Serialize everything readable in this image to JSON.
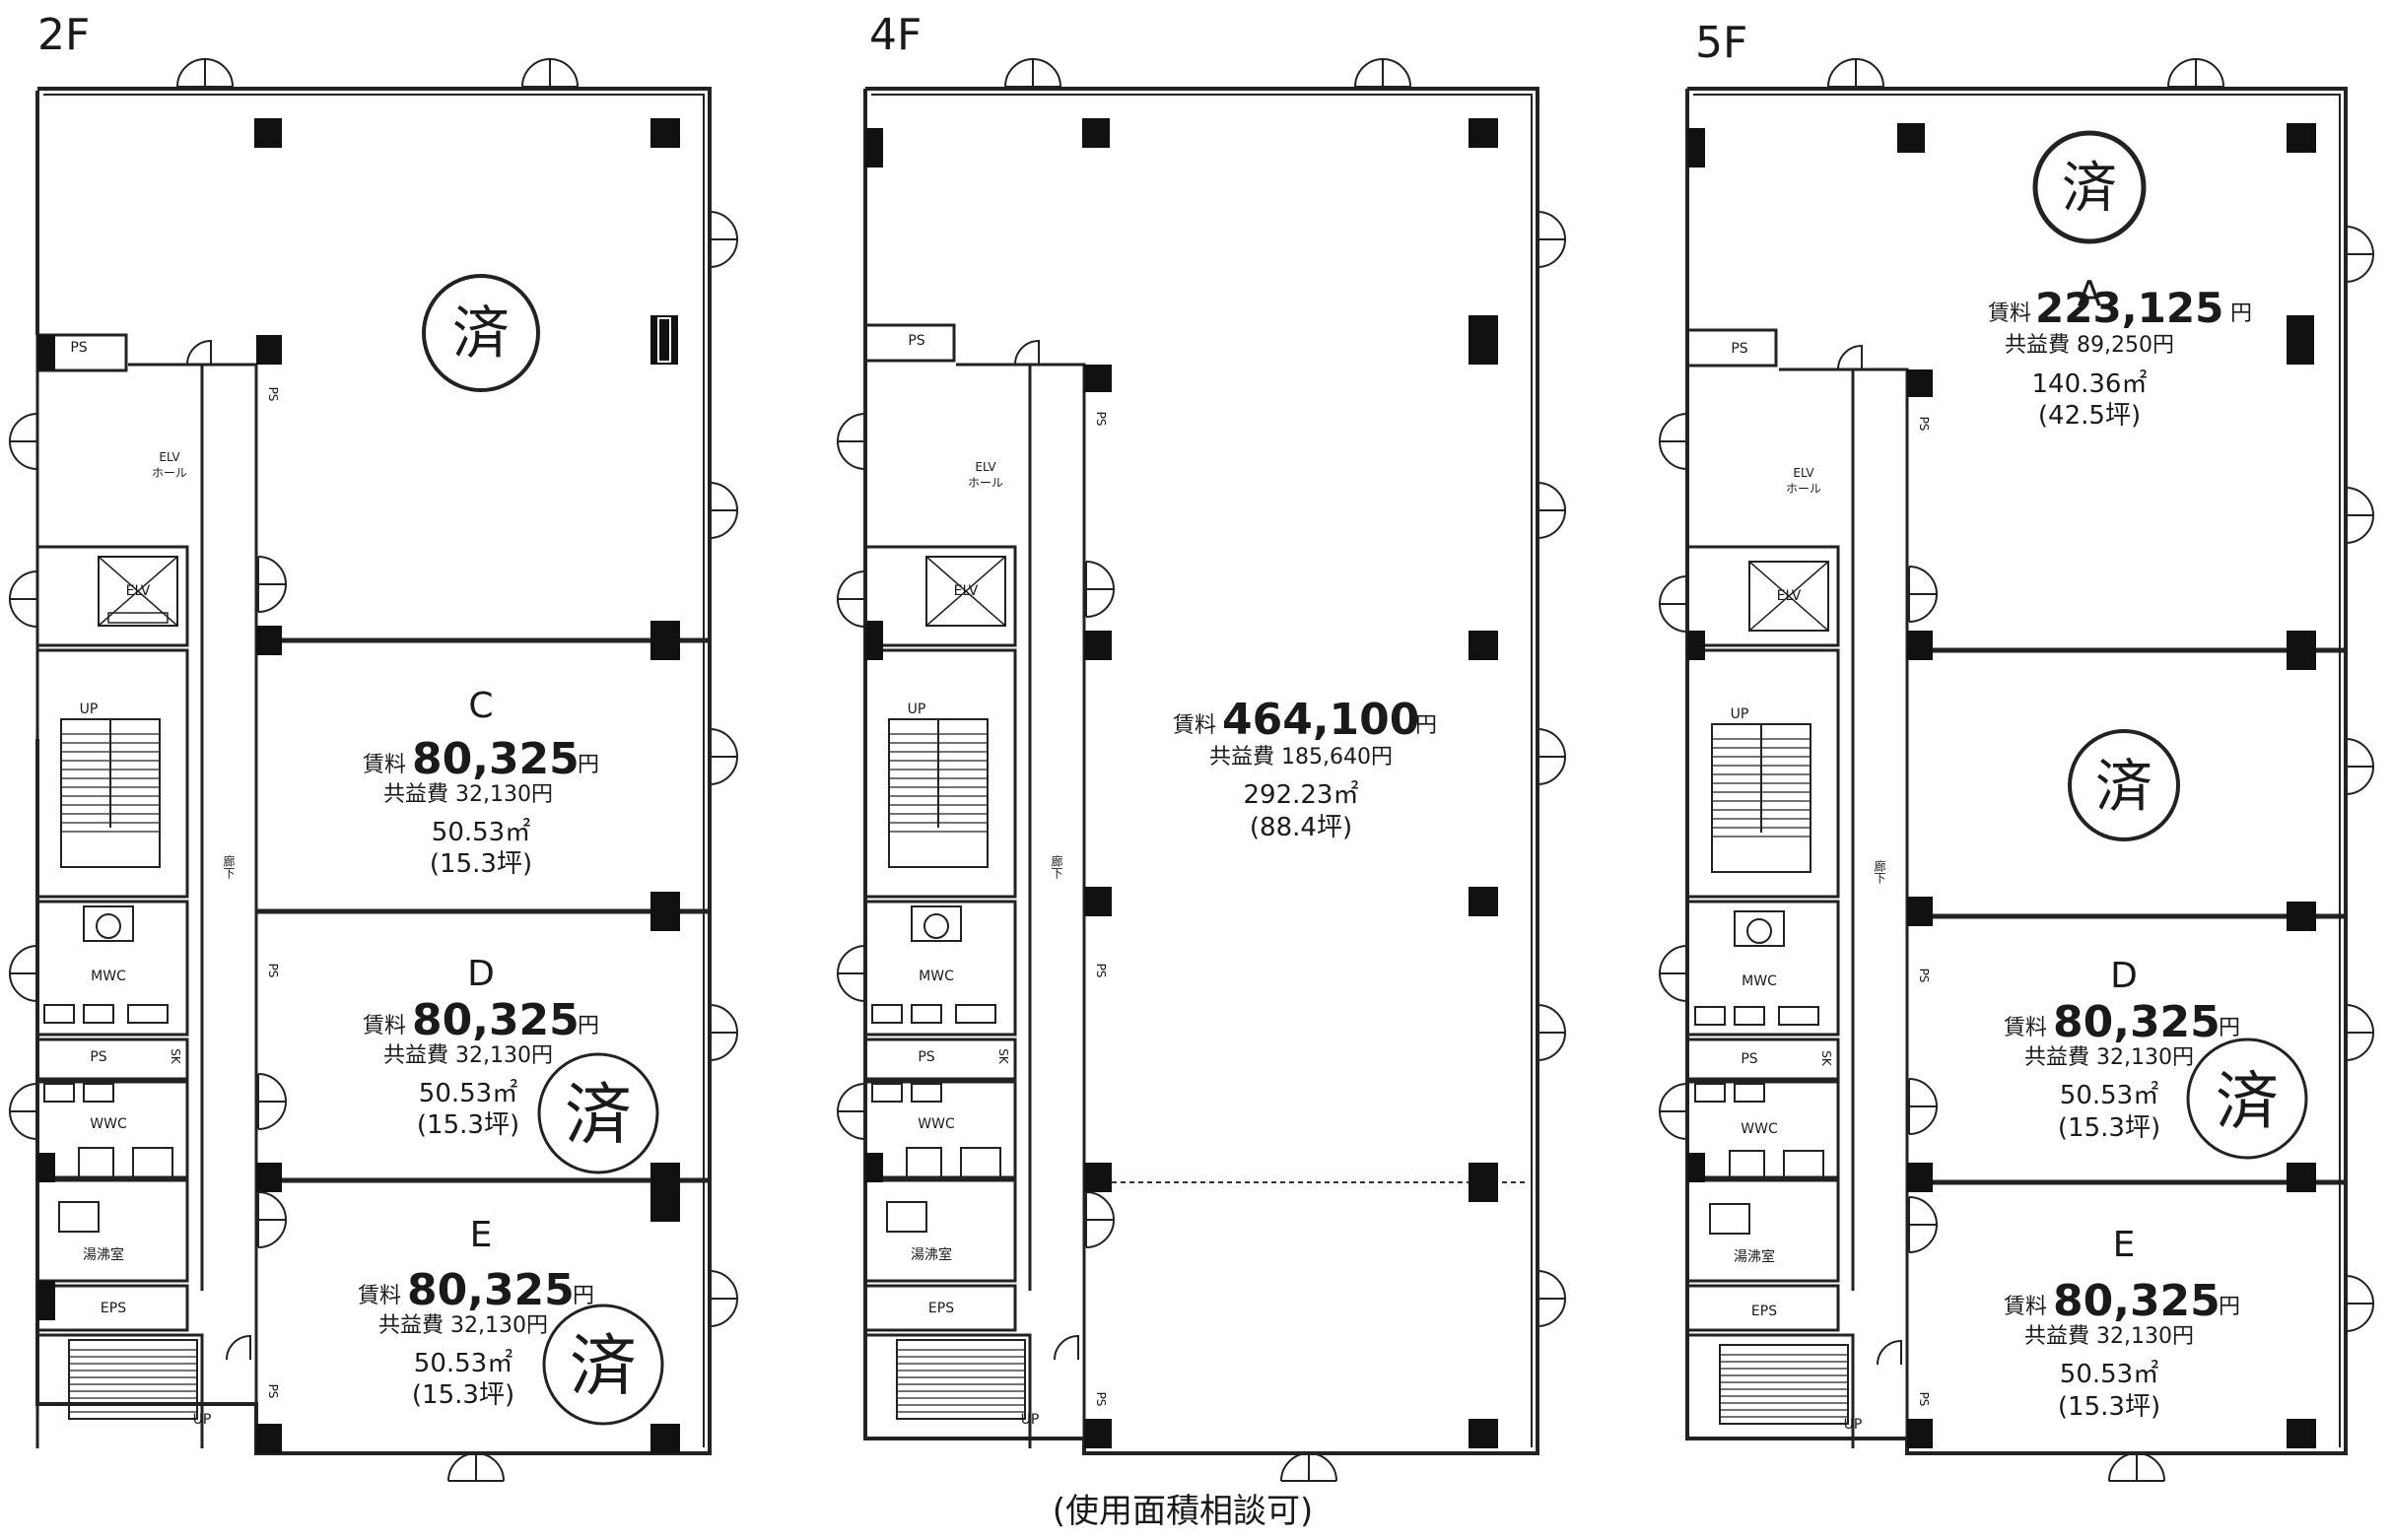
{
  "floors": [
    {
      "label": "2F",
      "common": {
        "ps_top": "PS",
        "elv_hall_1": "ELV",
        "elv_hall_2": "ホール",
        "elv": "ELV",
        "up_stair": "UP",
        "corridor": "廊下",
        "mwc": "MWC",
        "ps_mid": "PS",
        "sk": "SK",
        "wwc": "WWC",
        "kitchen": "湯沸室",
        "eps": "EPS",
        "up_bottom": "UP",
        "ps_side_1": "PS",
        "ps_side_2": "PS",
        "ps_side_3": "PS"
      },
      "stamp_large": "済",
      "units": [
        {
          "name": "C",
          "rent_prefix": "賃料",
          "rent": "80,325",
          "rent_suffix": "円",
          "fee": "共益費 32,130円",
          "area": "50.53㎡",
          "tsubo": "(15.3坪)"
        },
        {
          "name": "D",
          "rent_prefix": "賃料",
          "rent": "80,325",
          "rent_suffix": "円",
          "fee": "共益費 32,130円",
          "area": "50.53㎡",
          "tsubo": "(15.3坪)",
          "stamp": "済"
        },
        {
          "name": "E",
          "rent_prefix": "賃料",
          "rent": "80,325",
          "rent_suffix": "円",
          "fee": "共益費 32,130円",
          "area": "50.53㎡",
          "tsubo": "(15.3坪)",
          "stamp": "済"
        }
      ]
    },
    {
      "label": "4F",
      "common": {
        "ps_top": "PS",
        "elv_hall_1": "ELV",
        "elv_hall_2": "ホール",
        "elv": "ELV",
        "up_stair": "UP",
        "corridor": "廊下",
        "mwc": "MWC",
        "ps_mid": "PS",
        "sk": "SK",
        "wwc": "WWC",
        "kitchen": "湯沸室",
        "eps": "EPS",
        "up_bottom": "UP",
        "ps_side_1": "PS",
        "ps_side_2": "PS",
        "ps_side_3": "PS"
      },
      "units": [
        {
          "rent_prefix": "賃料",
          "rent": "464,100",
          "rent_suffix": "円",
          "fee": "共益費 185,640円",
          "area": "292.23㎡",
          "tsubo": "(88.4坪)"
        }
      ]
    },
    {
      "label": "5F",
      "common": {
        "ps_top": "PS",
        "elv_hall_1": "ELV",
        "elv_hall_2": "ホール",
        "elv": "ELV",
        "up_stair": "UP",
        "corridor": "廊下",
        "mwc": "MWC",
        "ps_mid": "PS",
        "sk": "SK",
        "wwc": "WWC",
        "kitchen": "湯沸室",
        "eps": "EPS",
        "up_bottom": "UP",
        "ps_side_1": "PS",
        "ps_side_2": "PS",
        "ps_side_3": "PS"
      },
      "units": [
        {
          "name": "A",
          "rent_prefix": "賃料",
          "rent": "223,125",
          "rent_suffix": "円",
          "fee": "共益費 89,250円",
          "area": "140.36㎡",
          "tsubo": "(42.5坪)",
          "stamp": "済"
        },
        {
          "name": "",
          "stamp": "済"
        },
        {
          "name": "D",
          "rent_prefix": "賃料",
          "rent": "80,325",
          "rent_suffix": "円",
          "fee": "共益費 32,130円",
          "area": "50.53㎡",
          "tsubo": "(15.3坪)",
          "stamp": "済"
        },
        {
          "name": "E",
          "rent_prefix": "賃料",
          "rent": "80,325",
          "rent_suffix": "円",
          "fee": "共益費 32,130円",
          "area": "50.53㎡",
          "tsubo": "(15.3坪)"
        }
      ]
    }
  ],
  "footer_note": "(使用面積相談可)"
}
